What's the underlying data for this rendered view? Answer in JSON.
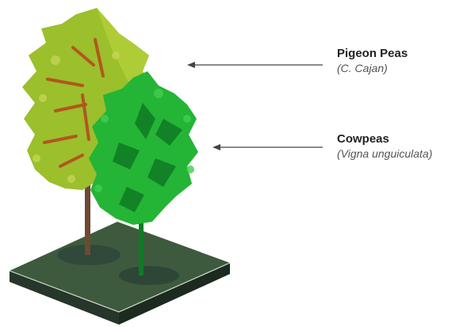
{
  "labels": {
    "pigeon_pea": {
      "common_name": "Pigeon Peas",
      "scientific_name": "(C. Cajan)"
    },
    "cowpea": {
      "common_name": "Cowpeas",
      "scientific_name": "(Vigna unguiculata)"
    }
  },
  "colors": {
    "pigeon_pea_foliage": "#9cbf2c",
    "pigeon_pea_accent": "#b5461c",
    "cowpea_foliage": "#24b436",
    "cowpea_shade": "#0f7a24",
    "ground_top": "#3e5a3e",
    "ground_side": "#26362a",
    "trunk": "#6e4a32",
    "arrow": "#444444"
  }
}
